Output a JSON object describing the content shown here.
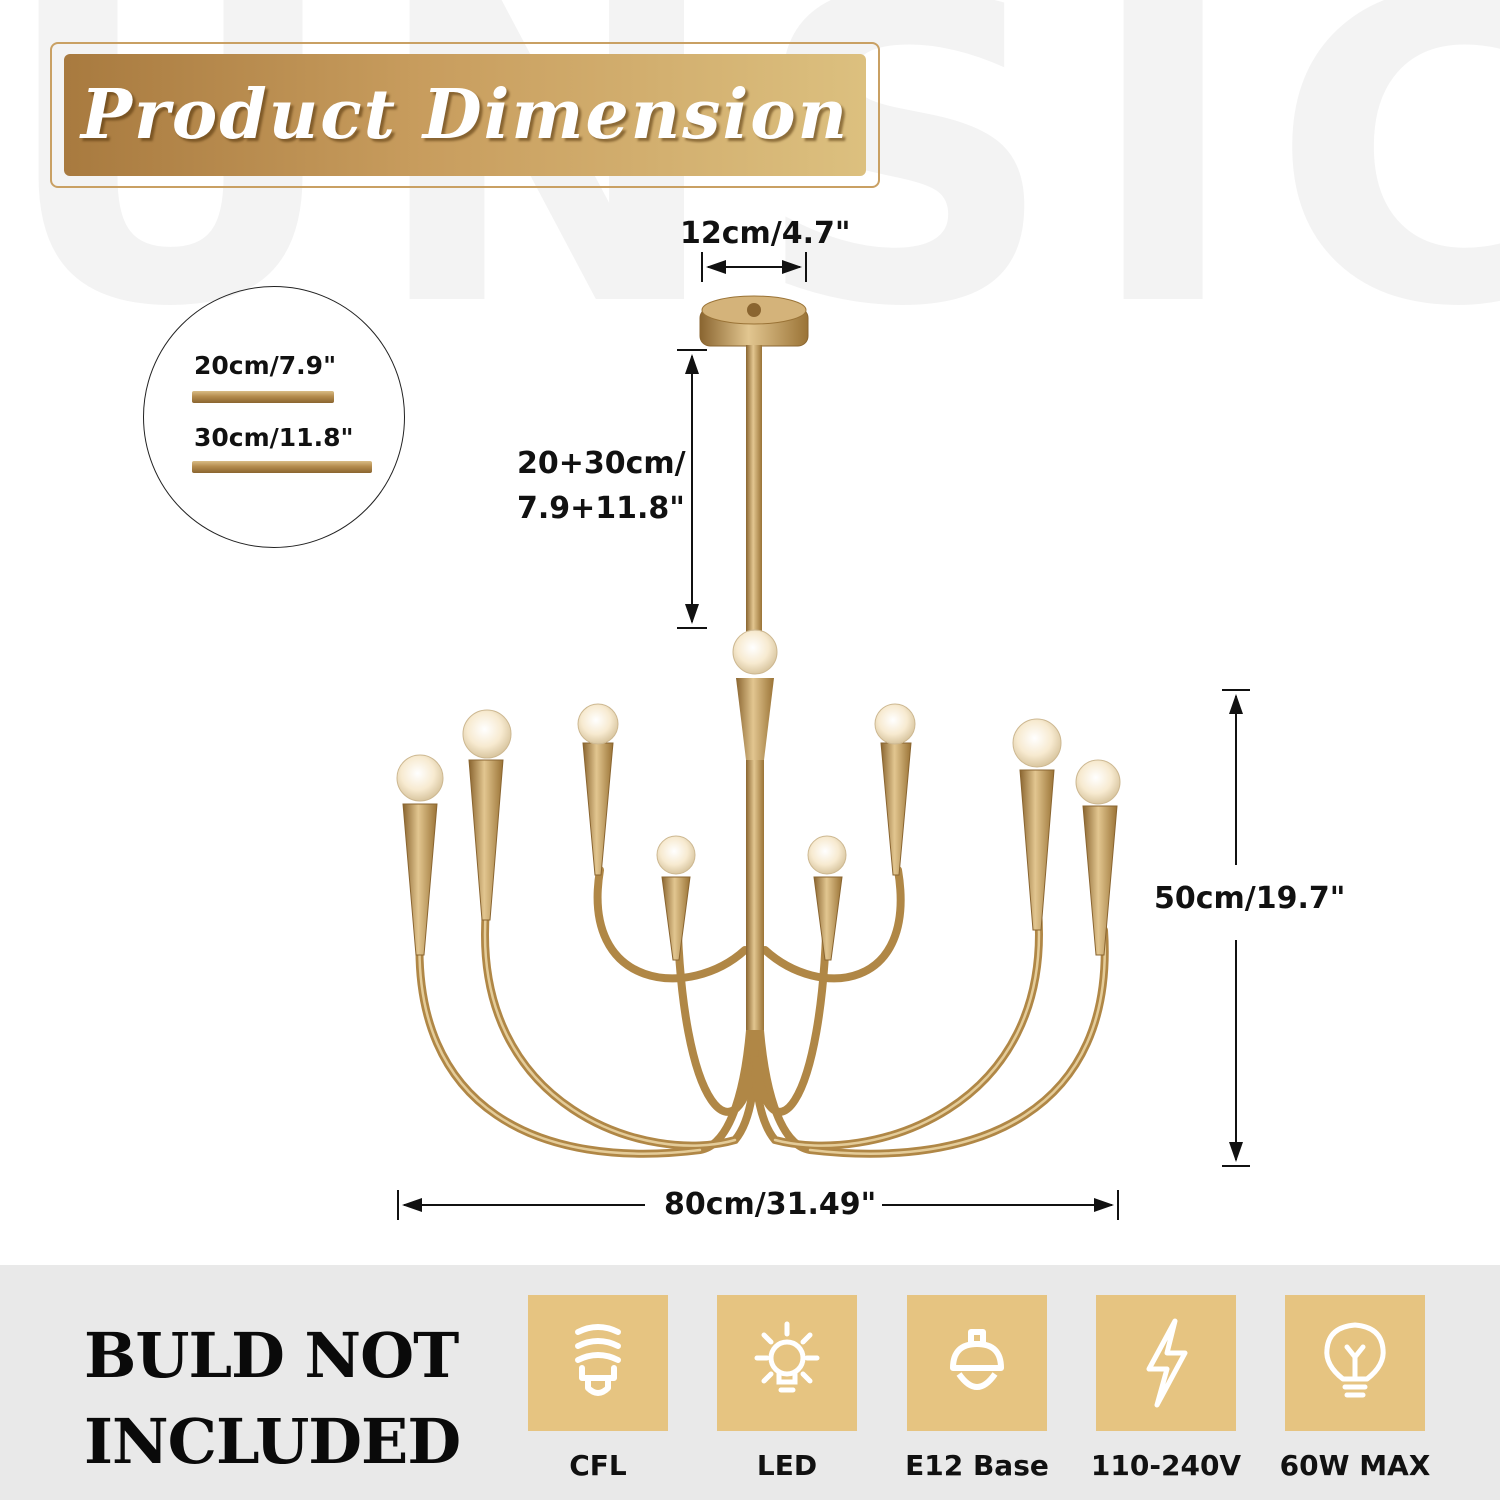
{
  "title": "Product Dimension",
  "dimensions": {
    "canopy_width": "12cm/4.7\"",
    "rod_length_line1": "20+30cm/",
    "rod_length_line2": "7.9+11.8\"",
    "height": "50cm/19.7\"",
    "width": "80cm/31.49\""
  },
  "rods": {
    "short": "20cm/7.9\"",
    "long": "30cm/11.8\""
  },
  "notice": {
    "line1": "BULD NOT",
    "line2": "INCLUDED"
  },
  "features": [
    {
      "label": "CFL",
      "icon": "cfl-bulb-icon"
    },
    {
      "label": "LED",
      "icon": "led-bulb-icon"
    },
    {
      "label": "E12 Base",
      "icon": "e12-base-icon"
    },
    {
      "label": "110-240V",
      "icon": "voltage-icon"
    },
    {
      "label": "60W MAX",
      "icon": "incandescent-bulb-icon"
    }
  ],
  "colors": {
    "brass": "#b8924f",
    "tile": "#e6c481",
    "band": "#e9e9e9"
  }
}
